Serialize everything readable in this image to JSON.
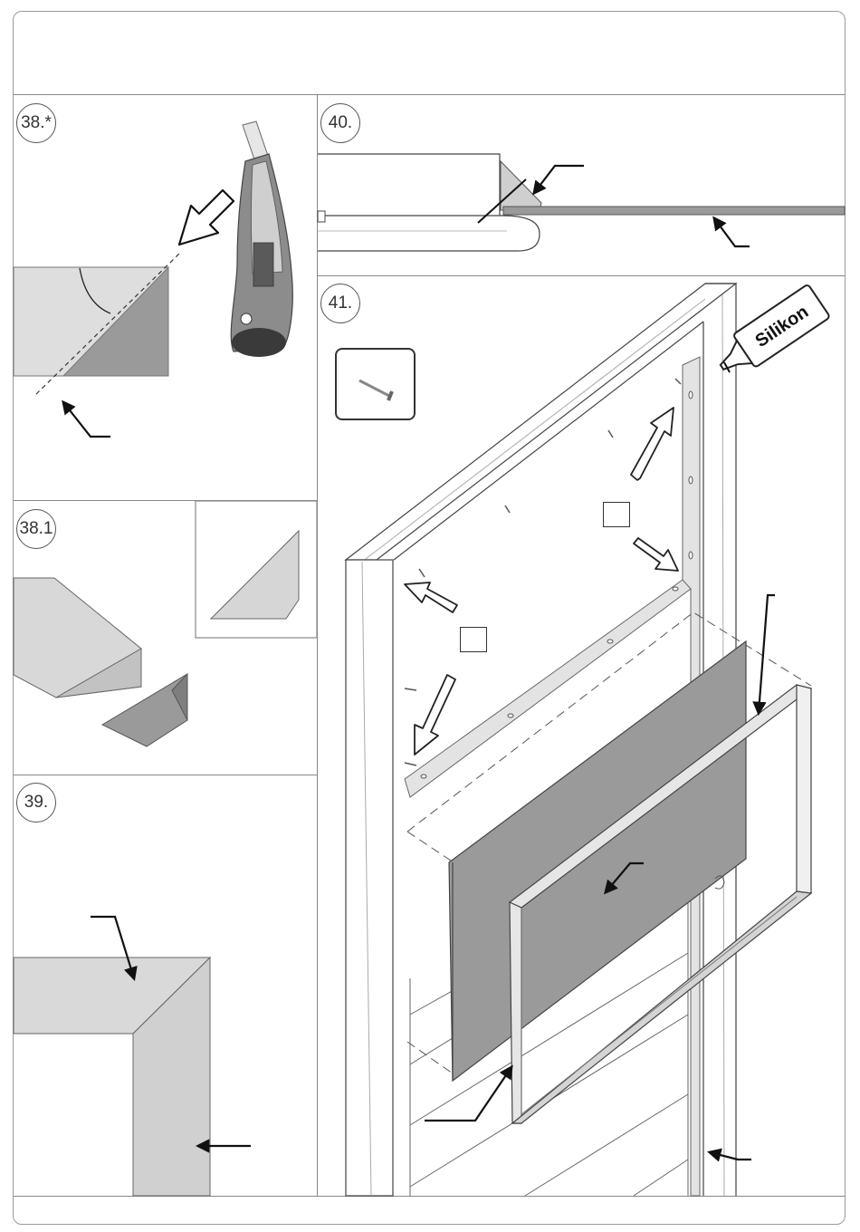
{
  "steps": [
    {
      "label": "38.*"
    },
    {
      "label": "40."
    },
    {
      "label": "41."
    },
    {
      "label": "38.1"
    },
    {
      "label": "39."
    }
  ],
  "silicone_label": "Silikon",
  "icons": [
    "utility-knife-icon",
    "nail-icon",
    "silicone-tube-icon"
  ]
}
